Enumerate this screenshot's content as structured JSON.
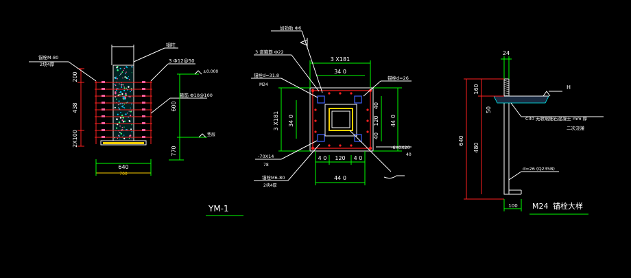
{
  "colors": {
    "background": "#000000",
    "outline": "#ffffff",
    "dimension": "#00ff00",
    "rebar": "#ff2020",
    "concrete": "#00c8ff",
    "plate": "#ffd000",
    "leader": "#ffffff",
    "bolt": "#4060ff",
    "ground": "#00ffff"
  },
  "elevation": {
    "steel_label": "钢柱",
    "top_left_note_1": "锚栓M-80",
    "top_left_note_2": "2块4厚",
    "rebar_note": "3 Ф12@50",
    "stirrup_note": "箍筋 Ф10@100",
    "level_top": "±0.000",
    "level_bottom": "垫层",
    "dim_200": "200",
    "dim_438": "438",
    "dim_bottom": "2X100",
    "dim_600": "600",
    "dim_770": "770",
    "width_640": "640",
    "width_700": "700"
  },
  "plan": {
    "note_top": "加劲肋 Ф6",
    "note_left_1": "3 道箍筋 Ф22",
    "note_left_2": "锚栓d=31.8",
    "note_left_3": "M24",
    "note_right": "锚栓d=26",
    "dim_3x181_top": "3 X181",
    "dim_340_top": "34 0",
    "dim_3x181_left": "3 X181",
    "dim_340_left": "34 0",
    "dim_120_right": "120",
    "dim_40_right_a": "40",
    "dim_40_right_b": "40",
    "dim_440_right": "44 0",
    "dim_bottom_40a": "4 0",
    "dim_bottom_120": "120",
    "dim_bottom_40b": "4 0",
    "dim_bottom_440": "44 0",
    "note_lower_left_1": "-70X14",
    "note_lower_left_2": "78",
    "note_lower_right": "-6X0X20",
    "note_lower_right_2": "40",
    "note_bottom_1": "锚栓M6-80",
    "note_bottom_2": "2块4厚",
    "section_tag": "YM-1"
  },
  "detail": {
    "dim_24": "24",
    "level_h": "H",
    "dim_160": "160",
    "dim_50": "50",
    "dim_640": "640",
    "dim_480": "480",
    "note_grout": "C30 无收缩细石混凝土 mm   厚",
    "note_grout_2": "二次浇灌",
    "note_d": "d=26 (Q235B)",
    "dim_100": "100",
    "title_code": "M24",
    "title_text": "锚栓大样"
  }
}
